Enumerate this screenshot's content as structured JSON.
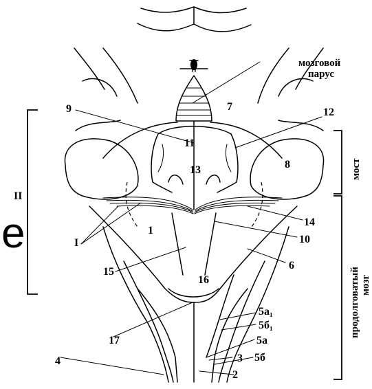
{
  "diagram": {
    "labels": {
      "n1": "1",
      "n2": "2",
      "n3": "3",
      "n4": "4",
      "n5a1": "5а₁",
      "n5b1": "5б₁",
      "n5a": "5а",
      "n5b": "5б",
      "n6": "6",
      "n7": "7",
      "n8": "8",
      "n9": "9",
      "n10": "10",
      "n11": "11",
      "n12": "12",
      "n13": "13",
      "n14": "14",
      "n15": "15",
      "n16": "16",
      "n17": "17",
      "roman_I": "I",
      "roman_II": "II",
      "velum_line1": "мозговой",
      "velum_line2": "парус",
      "pons": "мост",
      "medulla_line1": "продолговатый",
      "medulla_line2": "мозг",
      "edge_letter": "е"
    }
  }
}
